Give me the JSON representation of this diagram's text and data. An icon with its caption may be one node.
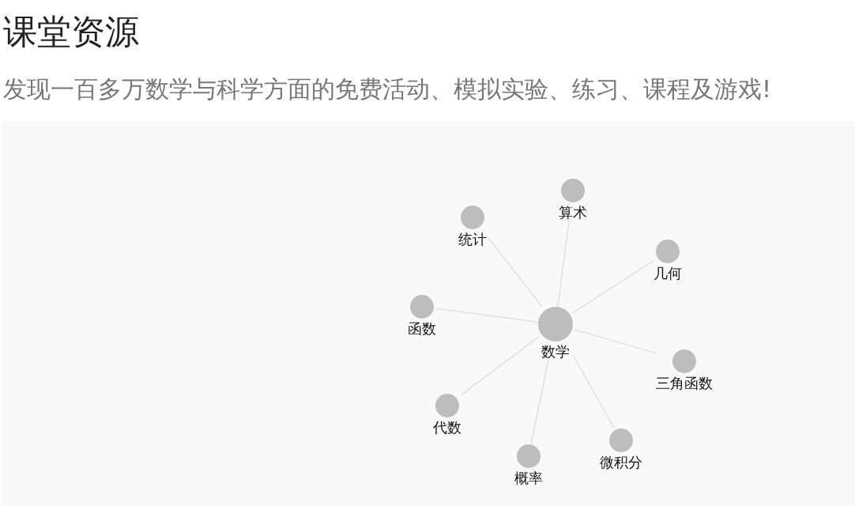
{
  "diagram": {
    "title": "课堂资源",
    "caption": "发现一百多万数学与科学方面的免费活动、模拟实验、练习、课程及游戏!",
    "nodes": [
      {
        "text": [
          "数学"
        ]
      },
      {
        "text": [
          "算术"
        ]
      },
      {
        "text": [
          "几何"
        ]
      },
      {
        "text": [
          "三角函数"
        ]
      },
      {
        "text": [
          "微积分"
        ]
      },
      {
        "text": [
          "概率"
        ]
      },
      {
        "text": [
          "代数"
        ]
      },
      {
        "text": [
          "函数"
        ]
      },
      {
        "text": [
          "统计"
        ]
      }
    ],
    "edges": [
      {
        "from": 0,
        "to": 1,
        "arrow": "none"
      },
      {
        "from": 0,
        "to": 2,
        "arrow": "none"
      },
      {
        "from": 0,
        "to": 3,
        "arrow": "none"
      },
      {
        "from": 0,
        "to": 4,
        "arrow": "none"
      },
      {
        "from": 0,
        "to": 5,
        "arrow": "none"
      },
      {
        "from": 0,
        "to": 6,
        "arrow": "none"
      },
      {
        "from": 0,
        "to": 7,
        "arrow": "none"
      },
      {
        "from": 0,
        "to": 8,
        "arrow": "none"
      }
    ]
  }
}
